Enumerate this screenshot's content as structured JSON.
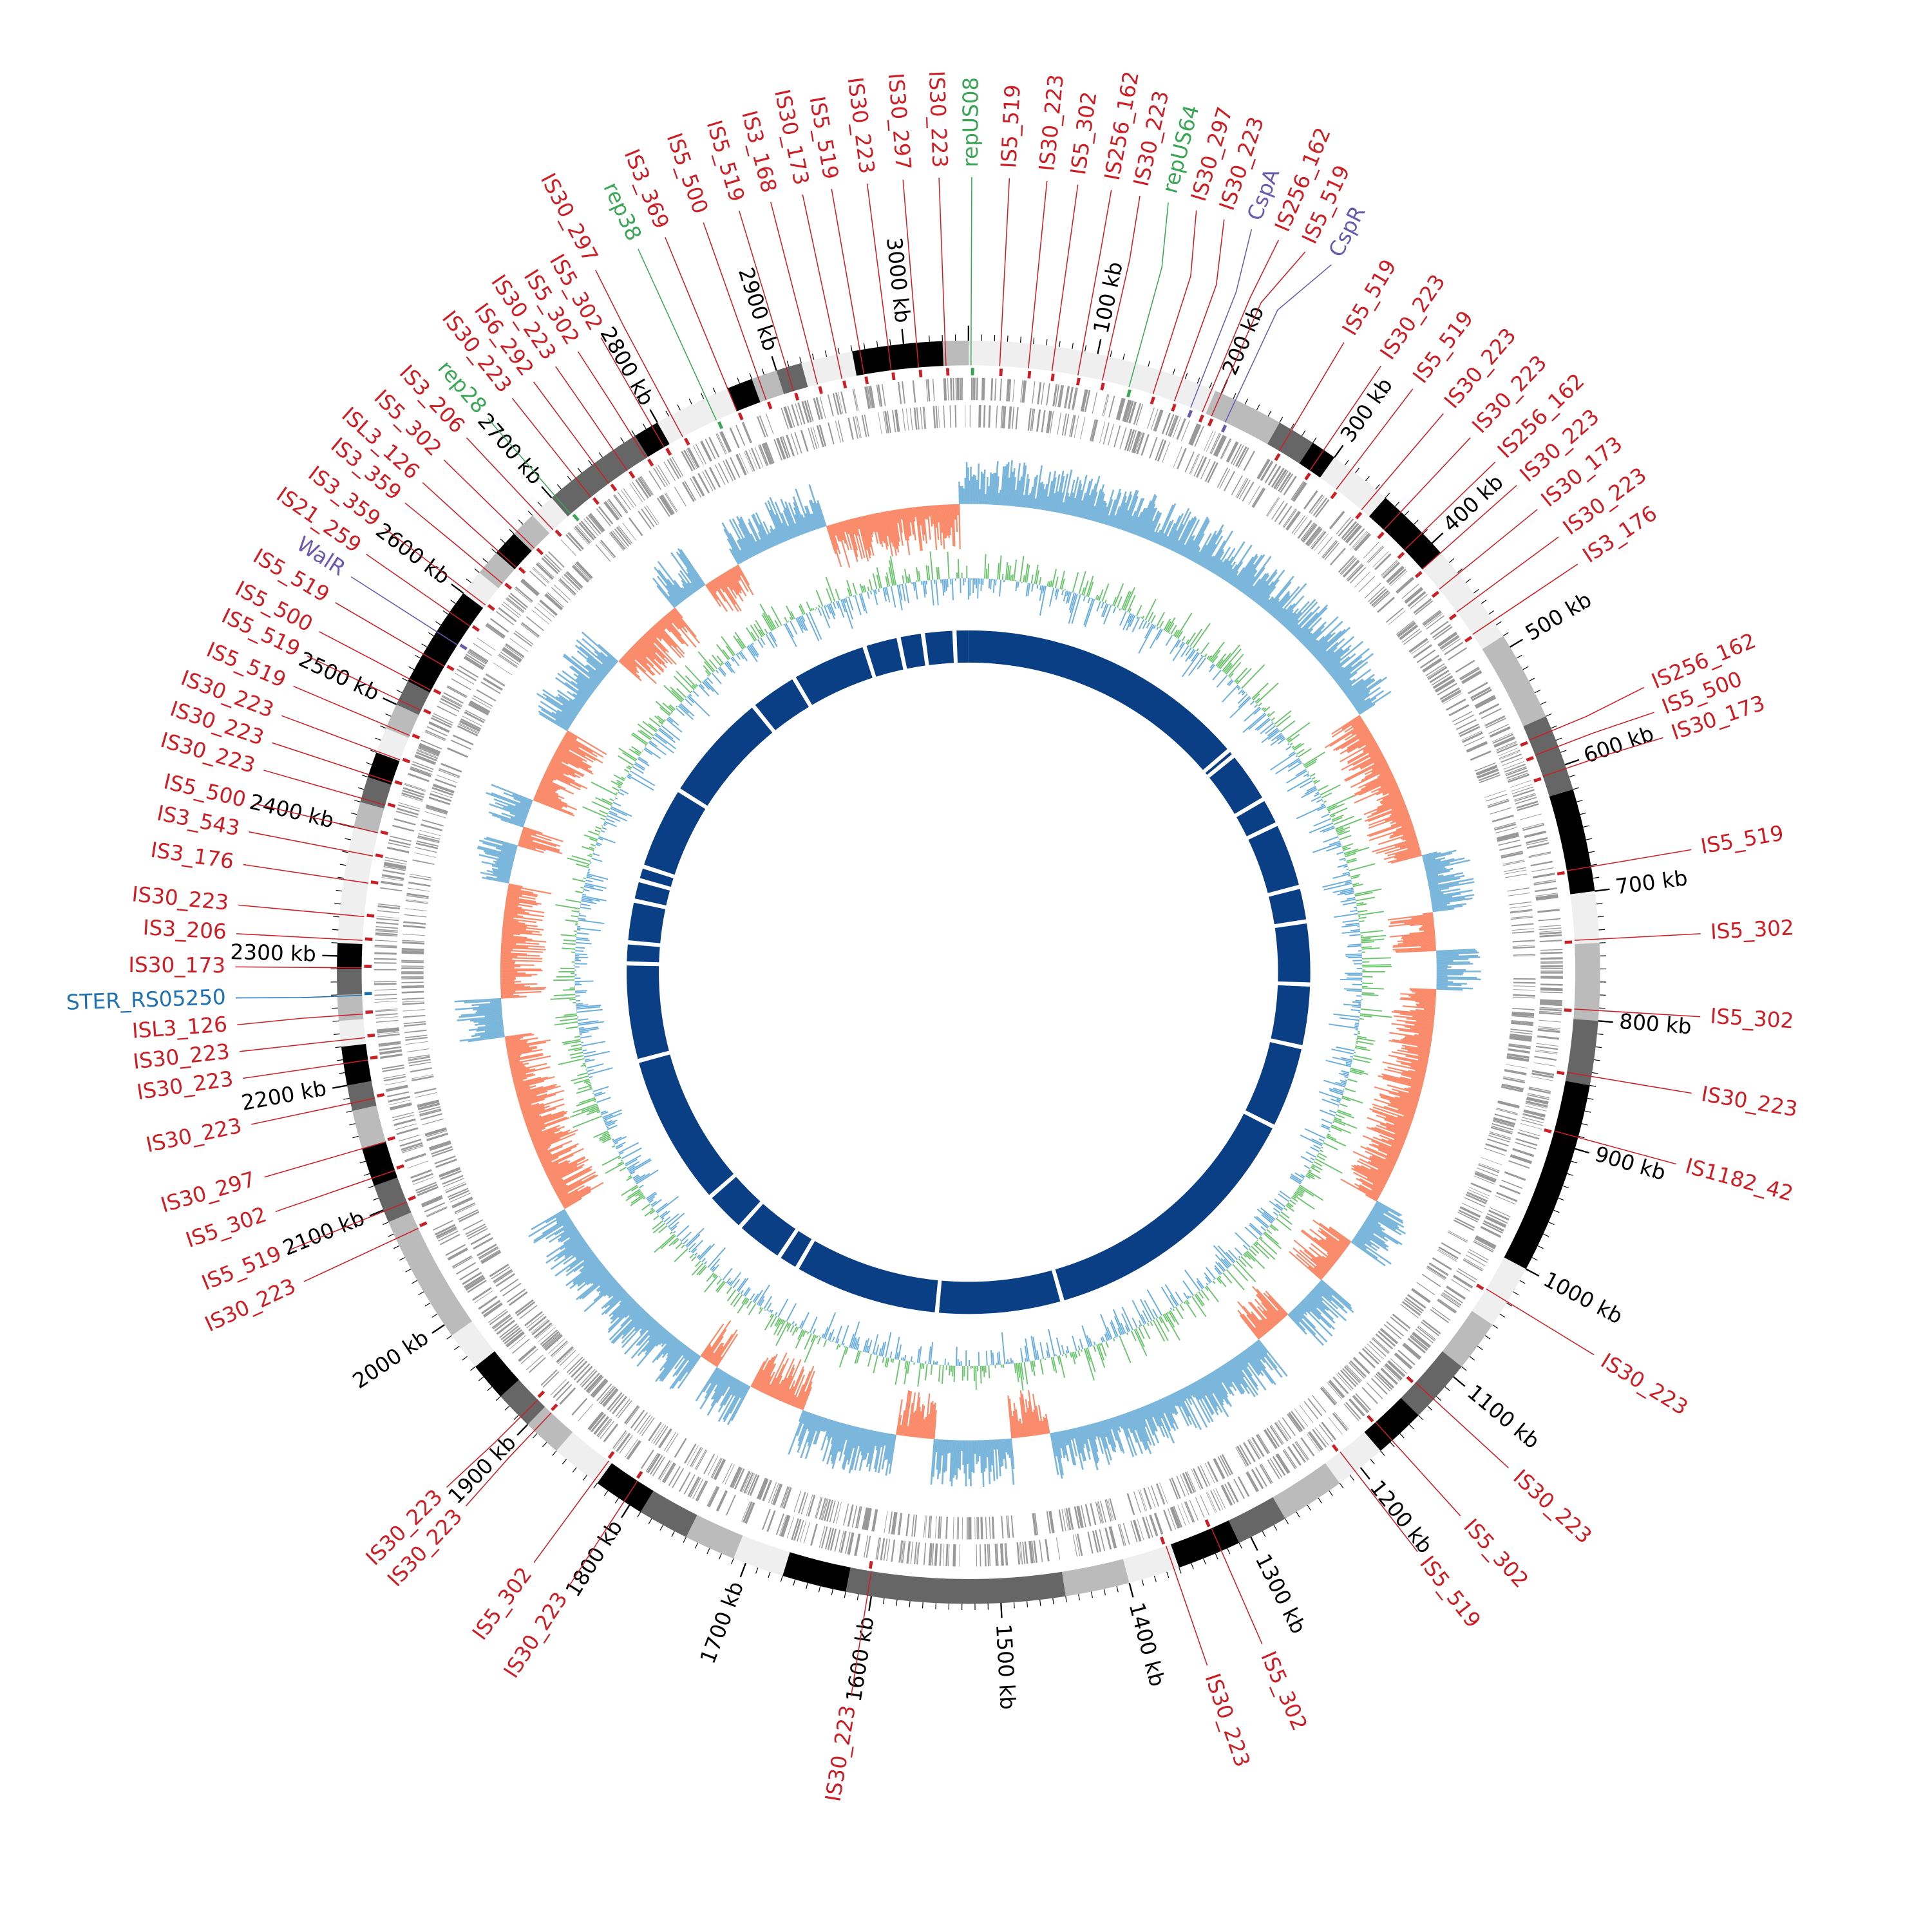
{
  "genome_kb": 3050,
  "colors": {
    "is": "#cc1e24",
    "rep": "#3aa655",
    "gene": "#6a5aad",
    "ster": "#2070b4",
    "skew_pos": "#7ab6dc",
    "skew_neg": "#f98a6a",
    "gc_a": "#6cc46f",
    "gc_b": "#6aaedc",
    "inner": "#0b3f85",
    "genes": "#999999"
  },
  "tick_labels": [
    "100 kb",
    "200 kb",
    "300 kb",
    "400 kb",
    "500 kb",
    "600 kb",
    "700 kb",
    "800 kb",
    "900 kb",
    "1000 kb",
    "1100 kb",
    "1200 kb",
    "1300 kb",
    "1400 kb",
    "1500 kb",
    "1600 kb",
    "1700 kb",
    "1800 kb",
    "1900 kb",
    "2000 kb",
    "2100 kb",
    "2200 kb",
    "2300 kb",
    "2400 kb",
    "2500 kb",
    "2600 kb",
    "2700 kb",
    "2800 kb",
    "2900 kb",
    "3000 kb"
  ],
  "bands": [
    [
      0,
      195,
      "#efefef"
    ],
    [
      195,
      250,
      "#bbbbbb"
    ],
    [
      250,
      280,
      "#666666"
    ],
    [
      280,
      300,
      "#000000"
    ],
    [
      300,
      350,
      "#efefef"
    ],
    [
      350,
      410,
      "#000000"
    ],
    [
      410,
      490,
      "#efefef"
    ],
    [
      490,
      560,
      "#bbbbbb"
    ],
    [
      560,
      620,
      "#666666"
    ],
    [
      620,
      700,
      "#000000"
    ],
    [
      700,
      740,
      "#efefef"
    ],
    [
      740,
      800,
      "#bbbbbb"
    ],
    [
      800,
      850,
      "#666666"
    ],
    [
      850,
      1000,
      "#000000"
    ],
    [
      1000,
      1050,
      "#efefef"
    ],
    [
      1050,
      1090,
      "#bbbbbb"
    ],
    [
      1090,
      1140,
      "#666666"
    ],
    [
      1140,
      1180,
      "#000000"
    ],
    [
      1180,
      1220,
      "#efefef"
    ],
    [
      1220,
      1270,
      "#bbbbbb"
    ],
    [
      1270,
      1310,
      "#666666"
    ],
    [
      1310,
      1360,
      "#000000"
    ],
    [
      1360,
      1400,
      "#efefef"
    ],
    [
      1400,
      1450,
      "#bbbbbb"
    ],
    [
      1450,
      1620,
      "#666666"
    ],
    [
      1620,
      1670,
      "#000000"
    ],
    [
      1670,
      1710,
      "#efefef"
    ],
    [
      1710,
      1750,
      "#bbbbbb"
    ],
    [
      1750,
      1790,
      "#666666"
    ],
    [
      1790,
      1830,
      "#000000"
    ],
    [
      1830,
      1870,
      "#efefef"
    ],
    [
      1870,
      1900,
      "#bbbbbb"
    ],
    [
      1900,
      1930,
      "#666666"
    ],
    [
      1930,
      1960,
      "#000000"
    ],
    [
      1960,
      1990,
      "#efefef"
    ],
    [
      1990,
      2090,
      "#bbbbbb"
    ],
    [
      2090,
      2120,
      "#666666"
    ],
    [
      2120,
      2150,
      "#000000"
    ],
    [
      2150,
      2180,
      "#bbbbbb"
    ],
    [
      2180,
      2200,
      "#666666"
    ],
    [
      2200,
      2230,
      "#000000"
    ],
    [
      2230,
      2250,
      "#efefef"
    ],
    [
      2250,
      2270,
      "#bbbbbb"
    ],
    [
      2270,
      2290,
      "#666666"
    ],
    [
      2290,
      2310,
      "#000000"
    ],
    [
      2310,
      2400,
      "#efefef"
    ],
    [
      2400,
      2420,
      "#bbbbbb"
    ],
    [
      2420,
      2440,
      "#666666"
    ],
    [
      2440,
      2460,
      "#000000"
    ],
    [
      2460,
      2480,
      "#efefef"
    ],
    [
      2480,
      2500,
      "#bbbbbb"
    ],
    [
      2500,
      2520,
      "#666666"
    ],
    [
      2520,
      2600,
      "#000000"
    ],
    [
      2600,
      2620,
      "#efefef"
    ],
    [
      2620,
      2640,
      "#bbbbbb"
    ],
    [
      2640,
      2660,
      "#000000"
    ],
    [
      2660,
      2680,
      "#bbbbbb"
    ],
    [
      2680,
      2700,
      "#efefef"
    ],
    [
      2700,
      2780,
      "#666666"
    ],
    [
      2780,
      2800,
      "#000000"
    ],
    [
      2800,
      2860,
      "#efefef"
    ],
    [
      2860,
      2880,
      "#000000"
    ],
    [
      2880,
      2900,
      "#bbbbbb"
    ],
    [
      2900,
      2920,
      "#666666"
    ],
    [
      2920,
      2960,
      "#efefef"
    ],
    [
      2960,
      3030,
      "#000000"
    ],
    [
      3030,
      3050,
      "#bbbbbb"
    ]
  ],
  "skew_segments": [
    [
      0,
      480,
      1
    ],
    [
      480,
      640,
      -1
    ],
    [
      640,
      700,
      1
    ],
    [
      700,
      740,
      -1
    ],
    [
      740,
      780,
      1
    ],
    [
      780,
      1010,
      -1
    ],
    [
      1010,
      1060,
      1
    ],
    [
      1060,
      1110,
      -1
    ],
    [
      1110,
      1160,
      1
    ],
    [
      1160,
      1200,
      -1
    ],
    [
      1200,
      1440,
      1
    ],
    [
      1440,
      1480,
      -1
    ],
    [
      1480,
      1560,
      1
    ],
    [
      1560,
      1600,
      -1
    ],
    [
      1600,
      1700,
      1
    ],
    [
      1700,
      1760,
      -1
    ],
    [
      1760,
      1800,
      1
    ],
    [
      1800,
      1820,
      -1
    ],
    [
      1820,
      2030,
      1
    ],
    [
      2030,
      2220,
      -1
    ],
    [
      2220,
      2260,
      1
    ],
    [
      2260,
      2380,
      -1
    ],
    [
      2380,
      2420,
      1
    ],
    [
      2420,
      2440,
      -1
    ],
    [
      2440,
      2470,
      1
    ],
    [
      2470,
      2550,
      -1
    ],
    [
      2550,
      2640,
      1
    ],
    [
      2640,
      2720,
      -1
    ],
    [
      2720,
      2760,
      1
    ],
    [
      2760,
      2800,
      -1
    ],
    [
      2800,
      2900,
      1
    ],
    [
      2900,
      3040,
      -1
    ],
    [
      3040,
      3050,
      1
    ]
  ],
  "inner_gaps_kb": [
    3030,
    2985,
    2950,
    2900,
    2790,
    2720,
    2560,
    2440,
    2420,
    2390,
    2330,
    2300,
    2160,
    1940,
    1880,
    1810,
    1780,
    1570,
    1390,
    990,
    870,
    780,
    690,
    640,
    545,
    505,
    430,
    420
  ],
  "features": [
    {
      "t": "IS5_519",
      "kb": 261,
      "c": "is"
    },
    {
      "t": "IS30_223",
      "kb": 290,
      "c": "is"
    },
    {
      "t": "IS5_519",
      "kb": 316,
      "c": "is"
    },
    {
      "t": "IS30_223",
      "kb": 342,
      "c": "is"
    },
    {
      "t": "IS30_223",
      "kb": 366,
      "c": "is"
    },
    {
      "t": "IS256_162",
      "kb": 389,
      "c": "is"
    },
    {
      "t": "IS30_223",
      "kb": 410,
      "c": "is"
    },
    {
      "t": "IS30_173",
      "kb": 431,
      "c": "is"
    },
    {
      "t": "IS30_223",
      "kb": 454,
      "c": "is"
    },
    {
      "t": "IS3_176",
      "kb": 476,
      "c": "is"
    },
    {
      "t": "IS256_162",
      "kb": 572,
      "c": "is"
    },
    {
      "t": "IS5_500",
      "kb": 585,
      "c": "is"
    },
    {
      "t": "IS30_173",
      "kb": 603,
      "c": "is"
    },
    {
      "t": "IS5_519",
      "kb": 681,
      "c": "is"
    },
    {
      "t": "IS5_302",
      "kb": 737,
      "c": "is"
    },
    {
      "t": "IS5_302",
      "kb": 792,
      "c": "is"
    },
    {
      "t": "IS30_223",
      "kb": 843,
      "c": "is"
    },
    {
      "t": "IS1182_42",
      "kb": 891,
      "c": "is"
    },
    {
      "t": "IS30_223",
      "kb": 1029,
      "c": "is"
    },
    {
      "t": "IS30_223",
      "kb": 1123,
      "c": "is"
    },
    {
      "t": "IS5_302",
      "kb": 1168,
      "c": "is"
    },
    {
      "t": "IS5_519",
      "kb": 1205,
      "c": "is"
    },
    {
      "t": "IS5_302",
      "kb": 1325,
      "c": "is"
    },
    {
      "t": "IS30_223",
      "kb": 1364,
      "c": "is"
    },
    {
      "t": "IS30_223",
      "kb": 1603,
      "c": "is"
    },
    {
      "t": "IS30_223",
      "kb": 1805,
      "c": "is"
    },
    {
      "t": "IS5_302",
      "kb": 1833,
      "c": "is"
    },
    {
      "t": "IS30_223",
      "kb": 1893,
      "c": "is"
    },
    {
      "t": "IS30_223",
      "kb": 1908,
      "c": "is"
    },
    {
      "t": "IS30_223",
      "kb": 2076,
      "c": "is"
    },
    {
      "t": "IS5_519",
      "kb": 2099,
      "c": "is"
    },
    {
      "t": "IS5_302",
      "kb": 2126,
      "c": "is"
    },
    {
      "t": "IS30_297",
      "kb": 2150,
      "c": "is"
    },
    {
      "t": "IS30_223",
      "kb": 2186,
      "c": "is"
    },
    {
      "t": "IS30_223",
      "kb": 2217,
      "c": "is"
    },
    {
      "t": "IS30_223",
      "kb": 2235,
      "c": "is"
    },
    {
      "t": "ISL3_126",
      "kb": 2254,
      "c": "is"
    },
    {
      "t": "STER_RS05250",
      "kb": 2269,
      "c": "ster"
    },
    {
      "t": "IS30_173",
      "kb": 2291,
      "c": "is"
    },
    {
      "t": "IS3_206",
      "kb": 2313,
      "c": "is"
    },
    {
      "t": "IS30_223",
      "kb": 2332,
      "c": "is"
    },
    {
      "t": "IS3_176",
      "kb": 2359,
      "c": "is"
    },
    {
      "t": "IS3_543",
      "kb": 2381,
      "c": "is"
    },
    {
      "t": "IS5_500",
      "kb": 2400,
      "c": "is"
    },
    {
      "t": "IS30_223",
      "kb": 2423,
      "c": "is"
    },
    {
      "t": "IS30_223",
      "kb": 2442,
      "c": "is"
    },
    {
      "t": "IS30_223",
      "kb": 2461,
      "c": "is"
    },
    {
      "t": "IS5_519",
      "kb": 2482,
      "c": "is"
    },
    {
      "t": "IS5_519",
      "kb": 2504,
      "c": "is"
    },
    {
      "t": "IS5_500",
      "kb": 2522,
      "c": "is"
    },
    {
      "t": "IS5_519",
      "kb": 2544,
      "c": "is"
    },
    {
      "t": "WalR",
      "kb": 2564,
      "c": "gene"
    },
    {
      "t": "IS21_259",
      "kb": 2582,
      "c": "is"
    },
    {
      "t": "IS3_359",
      "kb": 2603,
      "c": "is"
    },
    {
      "t": "IS3_359",
      "kb": 2625,
      "c": "is"
    },
    {
      "t": "ISL3_126",
      "kb": 2642,
      "c": "is"
    },
    {
      "t": "IS5_302",
      "kb": 2663,
      "c": "is"
    },
    {
      "t": "IS3_206",
      "kb": 2684,
      "c": "is"
    },
    {
      "t": "rep28",
      "kb": 2703,
      "c": "rep"
    },
    {
      "t": "IS30_223",
      "kb": 2724,
      "c": "is"
    },
    {
      "t": "IS6_292",
      "kb": 2742,
      "c": "is"
    },
    {
      "t": "IS30_223",
      "kb": 2760,
      "c": "is"
    },
    {
      "t": "IS5_302",
      "kb": 2778,
      "c": "is"
    },
    {
      "t": "IS5_302",
      "kb": 2795,
      "c": "is"
    },
    {
      "t": "IS30_297",
      "kb": 2812,
      "c": "is"
    },
    {
      "t": "rep38",
      "kb": 2842,
      "c": "rep"
    },
    {
      "t": "IS3_369",
      "kb": 2860,
      "c": "is"
    },
    {
      "t": "IS5_500",
      "kb": 2885,
      "c": "is"
    },
    {
      "t": "IS5_519",
      "kb": 2908,
      "c": "is"
    },
    {
      "t": "IS3_168",
      "kb": 2928,
      "c": "is"
    },
    {
      "t": "IS30_173",
      "kb": 2948,
      "c": "is"
    },
    {
      "t": "IS5_519",
      "kb": 2966,
      "c": "is"
    },
    {
      "t": "IS30_223",
      "kb": 2988,
      "c": "is"
    },
    {
      "t": "IS30_297",
      "kb": 3010,
      "c": "is"
    },
    {
      "t": "IS30_223",
      "kb": 3032,
      "c": "is"
    },
    {
      "t": "repUS08",
      "kb": 2,
      "c": "rep"
    },
    {
      "t": "IS5_519",
      "kb": 25,
      "c": "is"
    },
    {
      "t": "IS30_223",
      "kb": 48,
      "c": "is"
    },
    {
      "t": "IS5_302",
      "kb": 67,
      "c": "is"
    },
    {
      "t": "IS256_162",
      "kb": 88,
      "c": "is"
    },
    {
      "t": "IS30_223",
      "kb": 108,
      "c": "is"
    },
    {
      "t": "repUS64",
      "kb": 130,
      "c": "rep"
    },
    {
      "t": "IS30_297",
      "kb": 150,
      "c": "is"
    },
    {
      "t": "IS30_223",
      "kb": 168,
      "c": "is"
    },
    {
      "t": "CspA",
      "kb": 182,
      "c": "gene"
    },
    {
      "t": "IS256_162",
      "kb": 192,
      "c": "is"
    },
    {
      "t": "IS5_519",
      "kb": 200,
      "c": "is"
    },
    {
      "t": "CspR",
      "kb": 212,
      "c": "gene"
    }
  ]
}
